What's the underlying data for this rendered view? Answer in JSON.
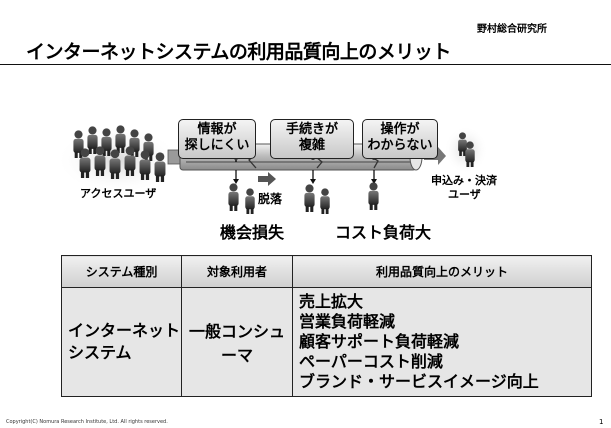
{
  "header": {
    "org": "野村総合研究所",
    "title": "インターネットシステムの利用品質向上のメリット"
  },
  "diagram": {
    "callouts": [
      {
        "line1": "情報が",
        "line2": "探しにくい"
      },
      {
        "line1": "手続きが",
        "line2": "複雑"
      },
      {
        "line1": "操作が",
        "line2": "わからない"
      }
    ],
    "access_users": "アクセスユーザ",
    "dropout": "脱落",
    "apply_users_line1": "申込み・決済",
    "apply_users_line2": "ユーザ",
    "opportunity_loss": "機会損失",
    "cost_increase": "コスト負荷大"
  },
  "table": {
    "headers": [
      "システム種別",
      "対象利用者",
      "利用品質向上のメリット"
    ],
    "system_type_lines": [
      "インターネット",
      "システム"
    ],
    "target_user": "一般コンシューマ",
    "merits": [
      "売上拡大",
      "営業負荷軽減",
      "顧客サポート負荷軽減",
      "ペーパーコスト削減",
      "ブランド・サービスイメージ向上"
    ]
  },
  "footer": {
    "copyright": "Copyright(C) Nomura Research Institute, Ltd. All rights reserved.",
    "page": "1"
  }
}
